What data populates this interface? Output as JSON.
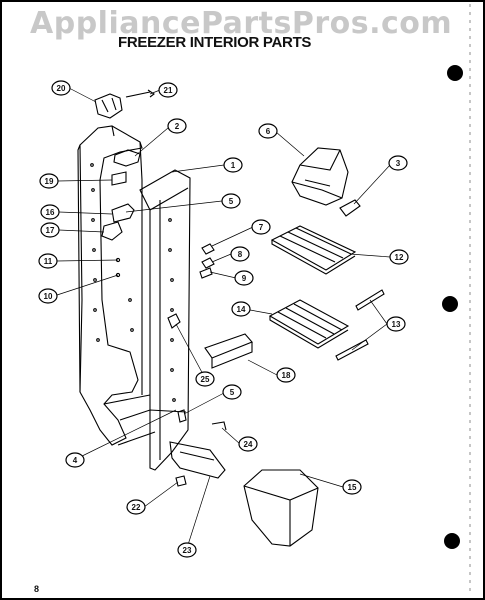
{
  "watermark": "AppliancePartsPros.com",
  "title": "FREEZER INTERIOR PARTS",
  "page_number": "8",
  "callouts": [
    "1",
    "2",
    "3",
    "4",
    "5",
    "5",
    "6",
    "7",
    "8",
    "9",
    "10",
    "11",
    "12",
    "13",
    "14",
    "15",
    "16",
    "17",
    "18",
    "19",
    "20",
    "21",
    "22",
    "23",
    "24",
    "25"
  ]
}
